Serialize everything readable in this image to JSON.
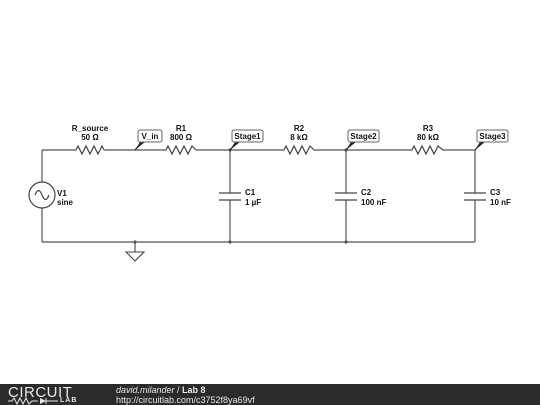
{
  "schematic": {
    "source": {
      "name": "V1",
      "type": "sine"
    },
    "resistors": [
      {
        "name": "R_source",
        "value": "50 Ω"
      },
      {
        "name": "R1",
        "value": "800 Ω"
      },
      {
        "name": "R2",
        "value": "8 kΩ"
      },
      {
        "name": "R3",
        "value": "80 kΩ"
      }
    ],
    "capacitors": [
      {
        "name": "C1",
        "value": "1 µF"
      },
      {
        "name": "C2",
        "value": "100 nF"
      },
      {
        "name": "C3",
        "value": "10 nF"
      }
    ],
    "node_flags": [
      "V_in",
      "Stage1",
      "Stage2",
      "Stage3"
    ]
  },
  "footer": {
    "logo_top": "CIRCUIT",
    "logo_bottom": "LAB",
    "user": "david.milander",
    "separator": " / ",
    "title": "Lab 8",
    "url": "http://circuitlab.com/c3752f8ya69vf"
  },
  "colors": {
    "wire": "#555555",
    "footer_bg": "#2b2b2b",
    "footer_text": "#e8e8e8"
  }
}
